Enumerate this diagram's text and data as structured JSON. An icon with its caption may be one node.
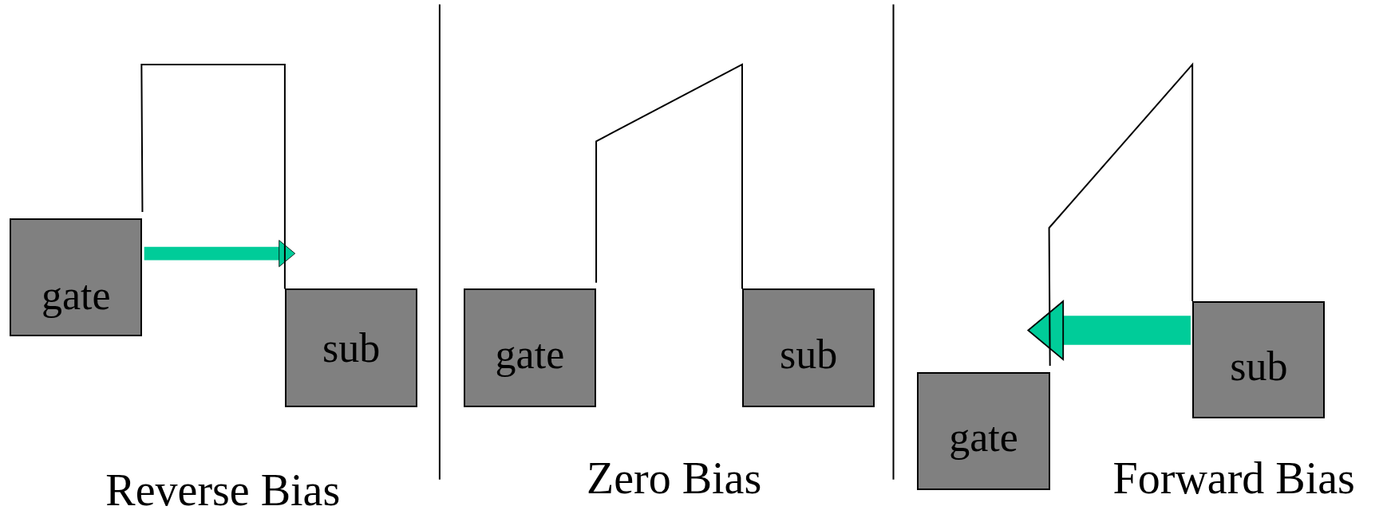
{
  "diagram": {
    "nodes": [
      {
        "text": [
          "gate"
        ]
      },
      {
        "text": [
          "sub"
        ]
      },
      {
        "text": [
          "gate"
        ]
      },
      {
        "text": [
          "sub"
        ]
      },
      {
        "text": [
          "sub"
        ]
      },
      {
        "text": [
          "gate"
        ]
      }
    ],
    "edges": [
      {
        "from": 0,
        "to": 1,
        "arrow": "to",
        "style": "thick",
        "color": "#00cc99"
      },
      {
        "from": 4,
        "to": 5,
        "arrow": "to",
        "style": "thick",
        "color": "#00cc99"
      },
      {
        "from": 0,
        "to": 1,
        "arrow": "none"
      },
      {
        "from": 2,
        "to": 3,
        "arrow": "none"
      },
      {
        "from": 5,
        "to": 4,
        "arrow": "none"
      }
    ],
    "labels": [
      "Reverse Bias",
      "Zero Bias",
      "Forward Bias"
    ]
  }
}
